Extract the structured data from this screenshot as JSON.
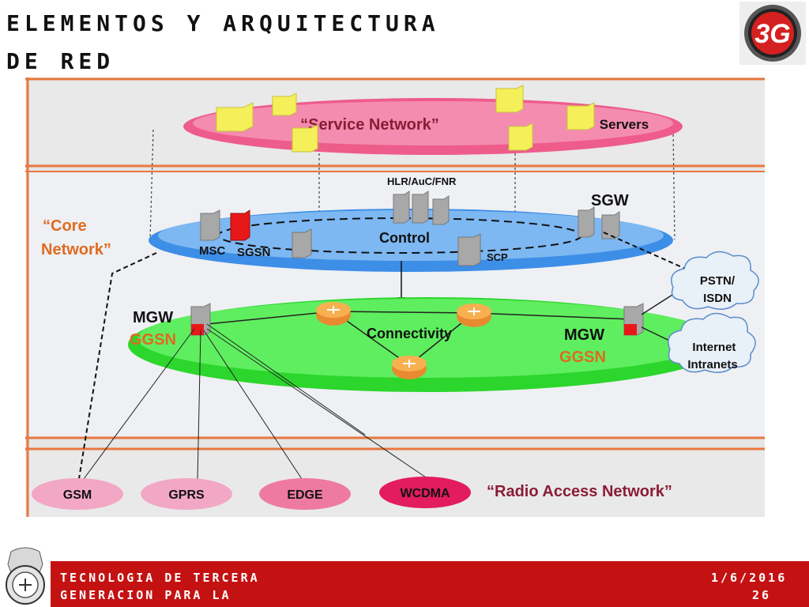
{
  "slide": {
    "title_line1": "ELEMENTOS Y ARQUITECTURA",
    "title_line2": "DE RED",
    "logo_text": "3G"
  },
  "diagram": {
    "layers": {
      "service": "“Service Network”",
      "core": "“Core\nNetwork”",
      "core_line1": "“Core",
      "core_line2": "Network”",
      "radio": "“Radio Access Network”"
    },
    "labels": {
      "servers": "Servers",
      "hlr": "HLR/AuC/FNR",
      "sgw": "SGW",
      "msc": "MSC",
      "sgsn": "SGSN",
      "control": "Control",
      "scp": "SCP",
      "mgw_left": "MGW",
      "ggsn_left": "GGSN",
      "mgw_right": "MGW",
      "ggsn_right": "GGSN",
      "connectivity": "Connectivity",
      "pstn_line1": "PSTN/",
      "pstn_line2": "ISDN",
      "internet_line1": "Internet",
      "internet_line2": "Intranets"
    },
    "radio_nodes": [
      "GSM",
      "GPRS",
      "EDGE",
      "WCDMA"
    ]
  },
  "footer": {
    "left_line1": "TECNOLOGIA DE TERCERA",
    "left_line2": "GENERACION PARA LA",
    "right_line1": "1/6/2016",
    "right_line2": "26"
  }
}
